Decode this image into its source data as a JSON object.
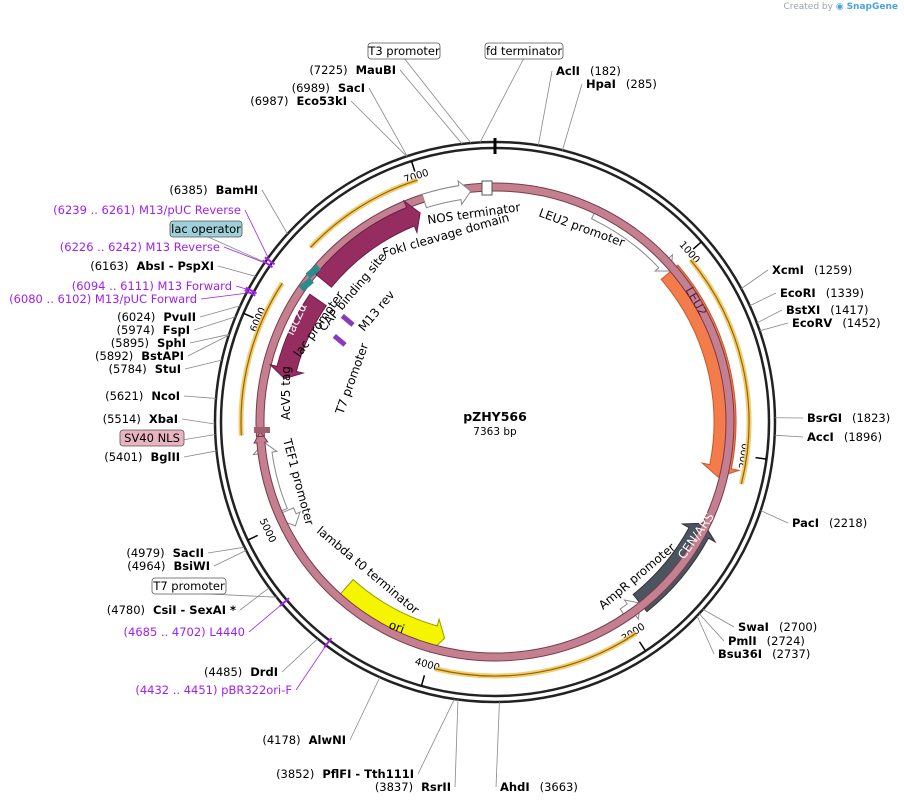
{
  "brand": {
    "prefix": "Created by",
    "name": "SnapGene"
  },
  "plasmid": {
    "name": "pZHY566",
    "length_label": "7363 bp",
    "length": 7363
  },
  "colors": {
    "leu2": "#f47b4a",
    "cen_ars": "#4a5560",
    "ori": "#f5f500",
    "lacZa": "#962d61",
    "foki": "#962d61",
    "primer": "#a020f0",
    "orf_highlight": "#f5c560",
    "backbone": "#222222"
  },
  "ticks": [
    "1000",
    "2000",
    "3000",
    "4000",
    "5000",
    "6000",
    "7000"
  ],
  "sites": [
    {
      "name": "AclI",
      "pos": "(182)"
    },
    {
      "name": "HpaI",
      "pos": "(285)"
    },
    {
      "name": "XcmI",
      "pos": "(1259)"
    },
    {
      "name": "EcoRI",
      "pos": "(1339)"
    },
    {
      "name": "BstXI",
      "pos": "(1417)"
    },
    {
      "name": "EcoRV",
      "pos": "(1452)"
    },
    {
      "name": "BsrGI",
      "pos": "(1823)"
    },
    {
      "name": "AccI",
      "pos": "(1896)"
    },
    {
      "name": "PacI",
      "pos": "(2218)"
    },
    {
      "name": "SwaI",
      "pos": "(2700)"
    },
    {
      "name": "PmlI",
      "pos": "(2724)"
    },
    {
      "name": "Bsu36I",
      "pos": "(2737)"
    },
    {
      "name": "AhdI",
      "pos": "(3663)"
    },
    {
      "name": "RsrII",
      "pos": "(3837)"
    },
    {
      "name": "PflFI - Tth111I",
      "pos": "(3852)"
    },
    {
      "name": "AlwNI",
      "pos": "(4178)"
    },
    {
      "name": "DrdI",
      "pos": "(4485)"
    },
    {
      "name": "CsiI - SexAI *",
      "pos": "(4780)"
    },
    {
      "name": "BsiWI",
      "pos": "(4964)"
    },
    {
      "name": "SacII",
      "pos": "(4979)"
    },
    {
      "name": "BglII",
      "pos": "(5401)"
    },
    {
      "name": "XbaI",
      "pos": "(5514)"
    },
    {
      "name": "NcoI",
      "pos": "(5621)"
    },
    {
      "name": "StuI",
      "pos": "(5784)"
    },
    {
      "name": "BstAPI",
      "pos": "(5892)"
    },
    {
      "name": "SphI",
      "pos": "(5895)"
    },
    {
      "name": "FspI",
      "pos": "(5974)"
    },
    {
      "name": "PvuII",
      "pos": "(6024)"
    },
    {
      "name": "AbsI - PspXI",
      "pos": "(6163)"
    },
    {
      "name": "BamHI",
      "pos": "(6385)"
    },
    {
      "name": "Eco53kI",
      "pos": "(6987)"
    },
    {
      "name": "SacI",
      "pos": "(6989)"
    },
    {
      "name": "MauBI",
      "pos": "(7225)"
    }
  ],
  "primers": [
    {
      "label": "(6239 .. 6261)  M13/pUC Reverse"
    },
    {
      "label": "(6226 .. 6242)  M13 Reverse"
    },
    {
      "label": "(6094 .. 6111)  M13 Forward"
    },
    {
      "label": "(6080 .. 6102)  M13/pUC Forward"
    },
    {
      "label": "(4685 .. 4702)  L4440"
    },
    {
      "label": "(4432 .. 4451)  pBR322ori-F"
    }
  ],
  "boxed_labels": [
    {
      "label": "T3 promoter"
    },
    {
      "label": "fd terminator"
    },
    {
      "label": "lac operator"
    },
    {
      "label": "SV40 NLS"
    },
    {
      "label": "T7 promoter"
    }
  ],
  "features": [
    {
      "label": "LEU2",
      "start": 1010,
      "end": 2125,
      "strand": "+"
    },
    {
      "label": "LEU2 promoter",
      "start": 520,
      "end": 1010,
      "strand": "+"
    },
    {
      "label": "CEN/ARS",
      "start": 2370,
      "end": 2890,
      "strand": "-"
    },
    {
      "label": "AmpR promoter",
      "start": 2890,
      "end": 2990,
      "strand": "-"
    },
    {
      "label": "ori",
      "start": 3950,
      "end": 4540,
      "strand": "-"
    },
    {
      "label": "lambda t0 terminator",
      "start": 4960,
      "end": 5050,
      "strand": "-"
    },
    {
      "label": "TEF1 promoter",
      "start": 5060,
      "end": 5420,
      "strand": "+"
    },
    {
      "label": "AcV5 tag",
      "start": 5450,
      "end": 5475,
      "strand": "+"
    },
    {
      "label": "lacZα",
      "start": 5760,
      "end": 6230,
      "strand": "-"
    },
    {
      "label": "lac promoter",
      "start": 6245,
      "end": 6275,
      "strand": "-"
    },
    {
      "label": "CAP binding site",
      "start": 6290,
      "end": 6312,
      "strand": "-"
    },
    {
      "label": "FokI cleavage domain",
      "start": 6330,
      "end": 6960,
      "strand": "+"
    },
    {
      "label": "NOS terminator",
      "start": 7000,
      "end": 7240,
      "strand": "+"
    },
    {
      "label": "M13 rev",
      "start": 0,
      "end": 0,
      "strand": "-"
    },
    {
      "label": "T7 promoter",
      "start": 0,
      "end": 0,
      "strand": "-"
    }
  ]
}
